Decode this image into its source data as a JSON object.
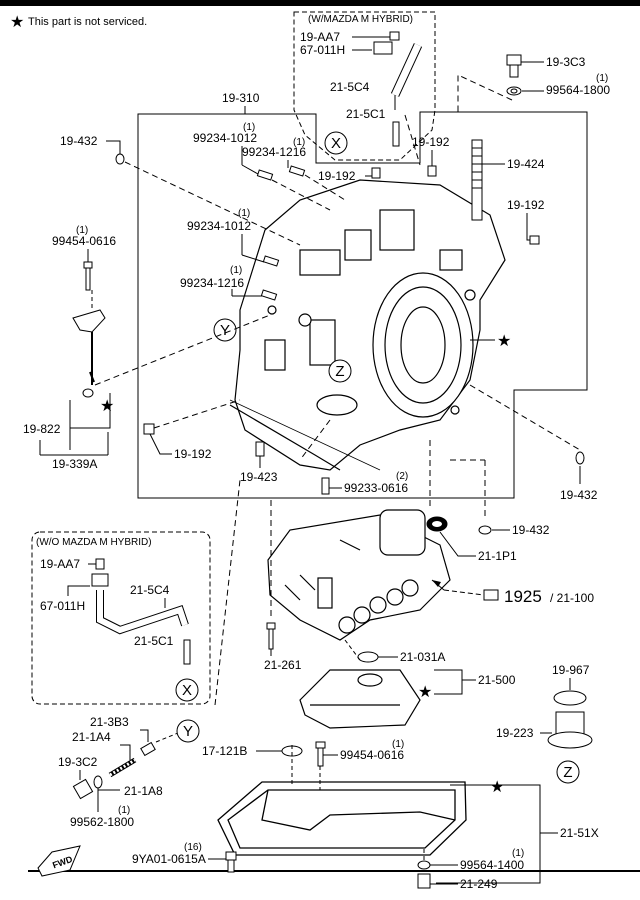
{
  "note": "This part is not serviced.",
  "hybrid_box": {
    "title": "(W/MAZDA  M HYBRID)",
    "parts": [
      "19-AA7",
      "67-011H",
      "21-5C4",
      "21-5C1"
    ],
    "callout": "X"
  },
  "non_hybrid_box": {
    "title": "(W/O MAZDA  M HYBRID)",
    "parts": [
      "19-AA7",
      "67-011H",
      "21-5C4",
      "21-5C1"
    ],
    "callout": "X"
  },
  "main_frame_label": "19-310",
  "labels": {
    "p19_3c3": "19-3C3",
    "p99564_1800": "99564-1800",
    "p99564_1800_qty": "(1)",
    "p19_432_a": "19-432",
    "p99234_1012_a": "99234-1012",
    "p99234_1012_a_qty": "(1)",
    "p99234_1216_a": "99234-1216",
    "p99234_1216_a_qty": "(1)",
    "p19_192_a": "19-192",
    "p19_192_b": "19-192",
    "p19_424": "19-424",
    "p19_192_c": "19-192",
    "p99454_0616_a": "99454-0616",
    "p99454_0616_a_qty": "(1)",
    "p99234_1012_b": "99234-1012",
    "p99234_1012_b_qty": "(1)",
    "p99234_1216_b": "99234-1216",
    "p99234_1216_b_qty": "(1)",
    "p19_822": "19-822",
    "p19_339a": "19-339A",
    "p19_192_d": "19-192",
    "p19_423": "19-423",
    "p99233_0616": "99233-0616",
    "p99233_0616_qty": "(2)",
    "p19_432_b": "19-432",
    "p19_432_c": "19-432",
    "p21_1p1": "21-1P1",
    "ref_1925_num": "1925",
    "ref_1925_sub": "/ 21-100",
    "p21_261": "21-261",
    "p21_031a": "21-031A",
    "p21_500": "21-500",
    "p19_967": "19-967",
    "p19_223": "19-223",
    "p21_3b3": "21-3B3",
    "p21_1a4": "21-1A4",
    "p19_3c2": "19-3C2",
    "p21_1a8": "21-1A8",
    "p99562_1800": "99562-1800",
    "p99562_1800_qty": "(1)",
    "p17_121b": "17-121B",
    "p99454_0616_b": "99454-0616",
    "p99454_0616_b_qty": "(1)",
    "p21_51x": "21-51X",
    "p9ya01_0615a": "9YA01-0615A",
    "p9ya01_0615a_qty": "(16)",
    "p99564_1400": "99564-1400",
    "p99564_1400_qty": "(1)",
    "p21_249": "21-249"
  },
  "callouts": {
    "x": "X",
    "y": "Y",
    "z": "Z"
  },
  "fwd": "FWD",
  "icons": [
    "star-icon",
    "hand-pointer-icon",
    "fwd-arrow-icon"
  ]
}
